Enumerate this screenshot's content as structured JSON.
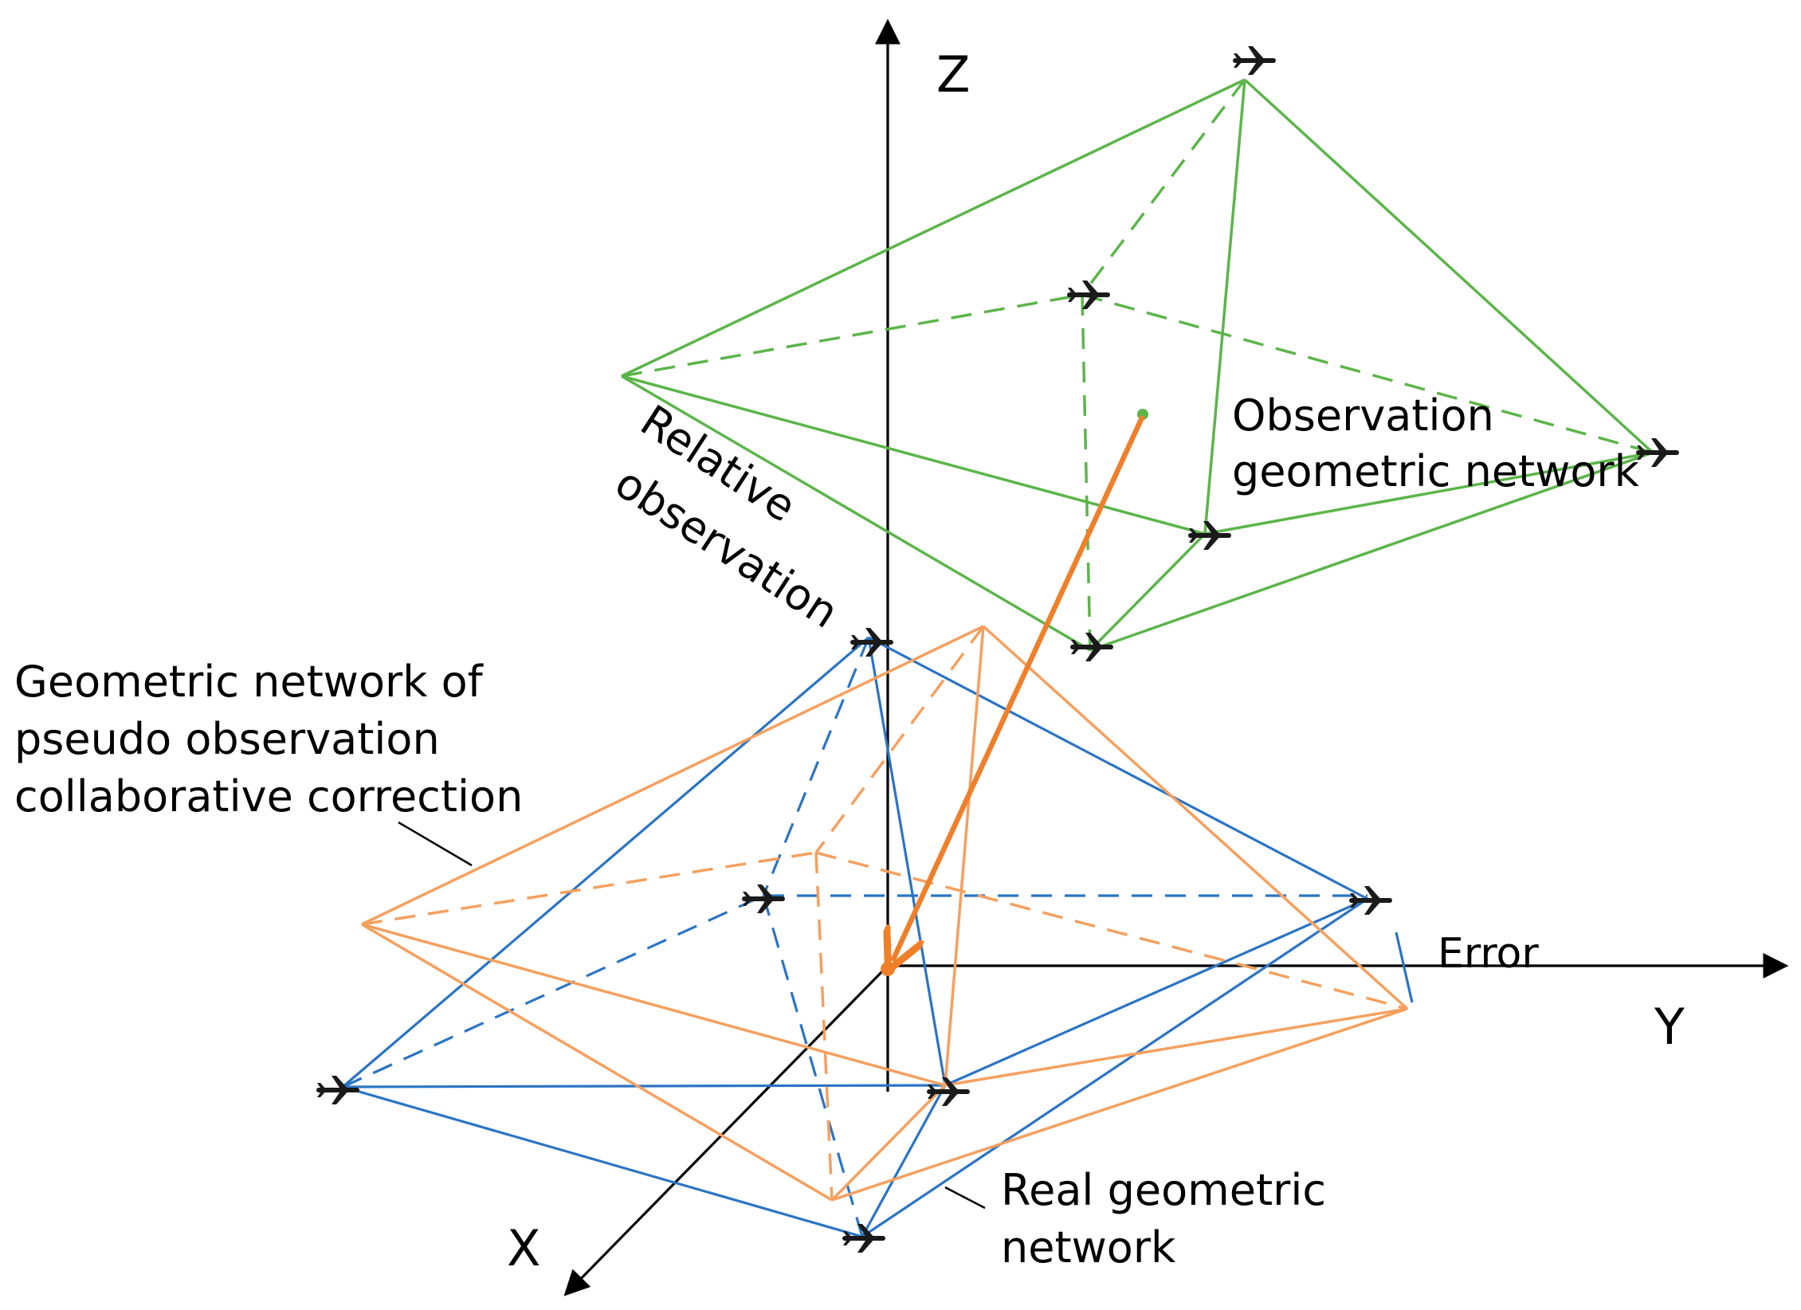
{
  "axes": {
    "z_label": "Z",
    "y_label": "Y",
    "x_label": "X"
  },
  "labels": {
    "observation_network": [
      "Observation",
      "geometric network"
    ],
    "relative_observation": [
      "Relative",
      "observation"
    ],
    "pseudo_network": [
      "Geometric network of",
      "pseudo observation",
      "collaborative correction"
    ],
    "real_network": [
      "Real geometric",
      "network"
    ],
    "error": "Error"
  },
  "colors": {
    "axis": "#000000",
    "observation_network": "#5cb54a",
    "pseudo_network": "#f5a05f",
    "real_network": "#2b74c4",
    "correction_arrow": "#f07f2a",
    "aircraft": "#1a1a1a"
  },
  "icons": {
    "aircraft": "airplane-icon"
  }
}
